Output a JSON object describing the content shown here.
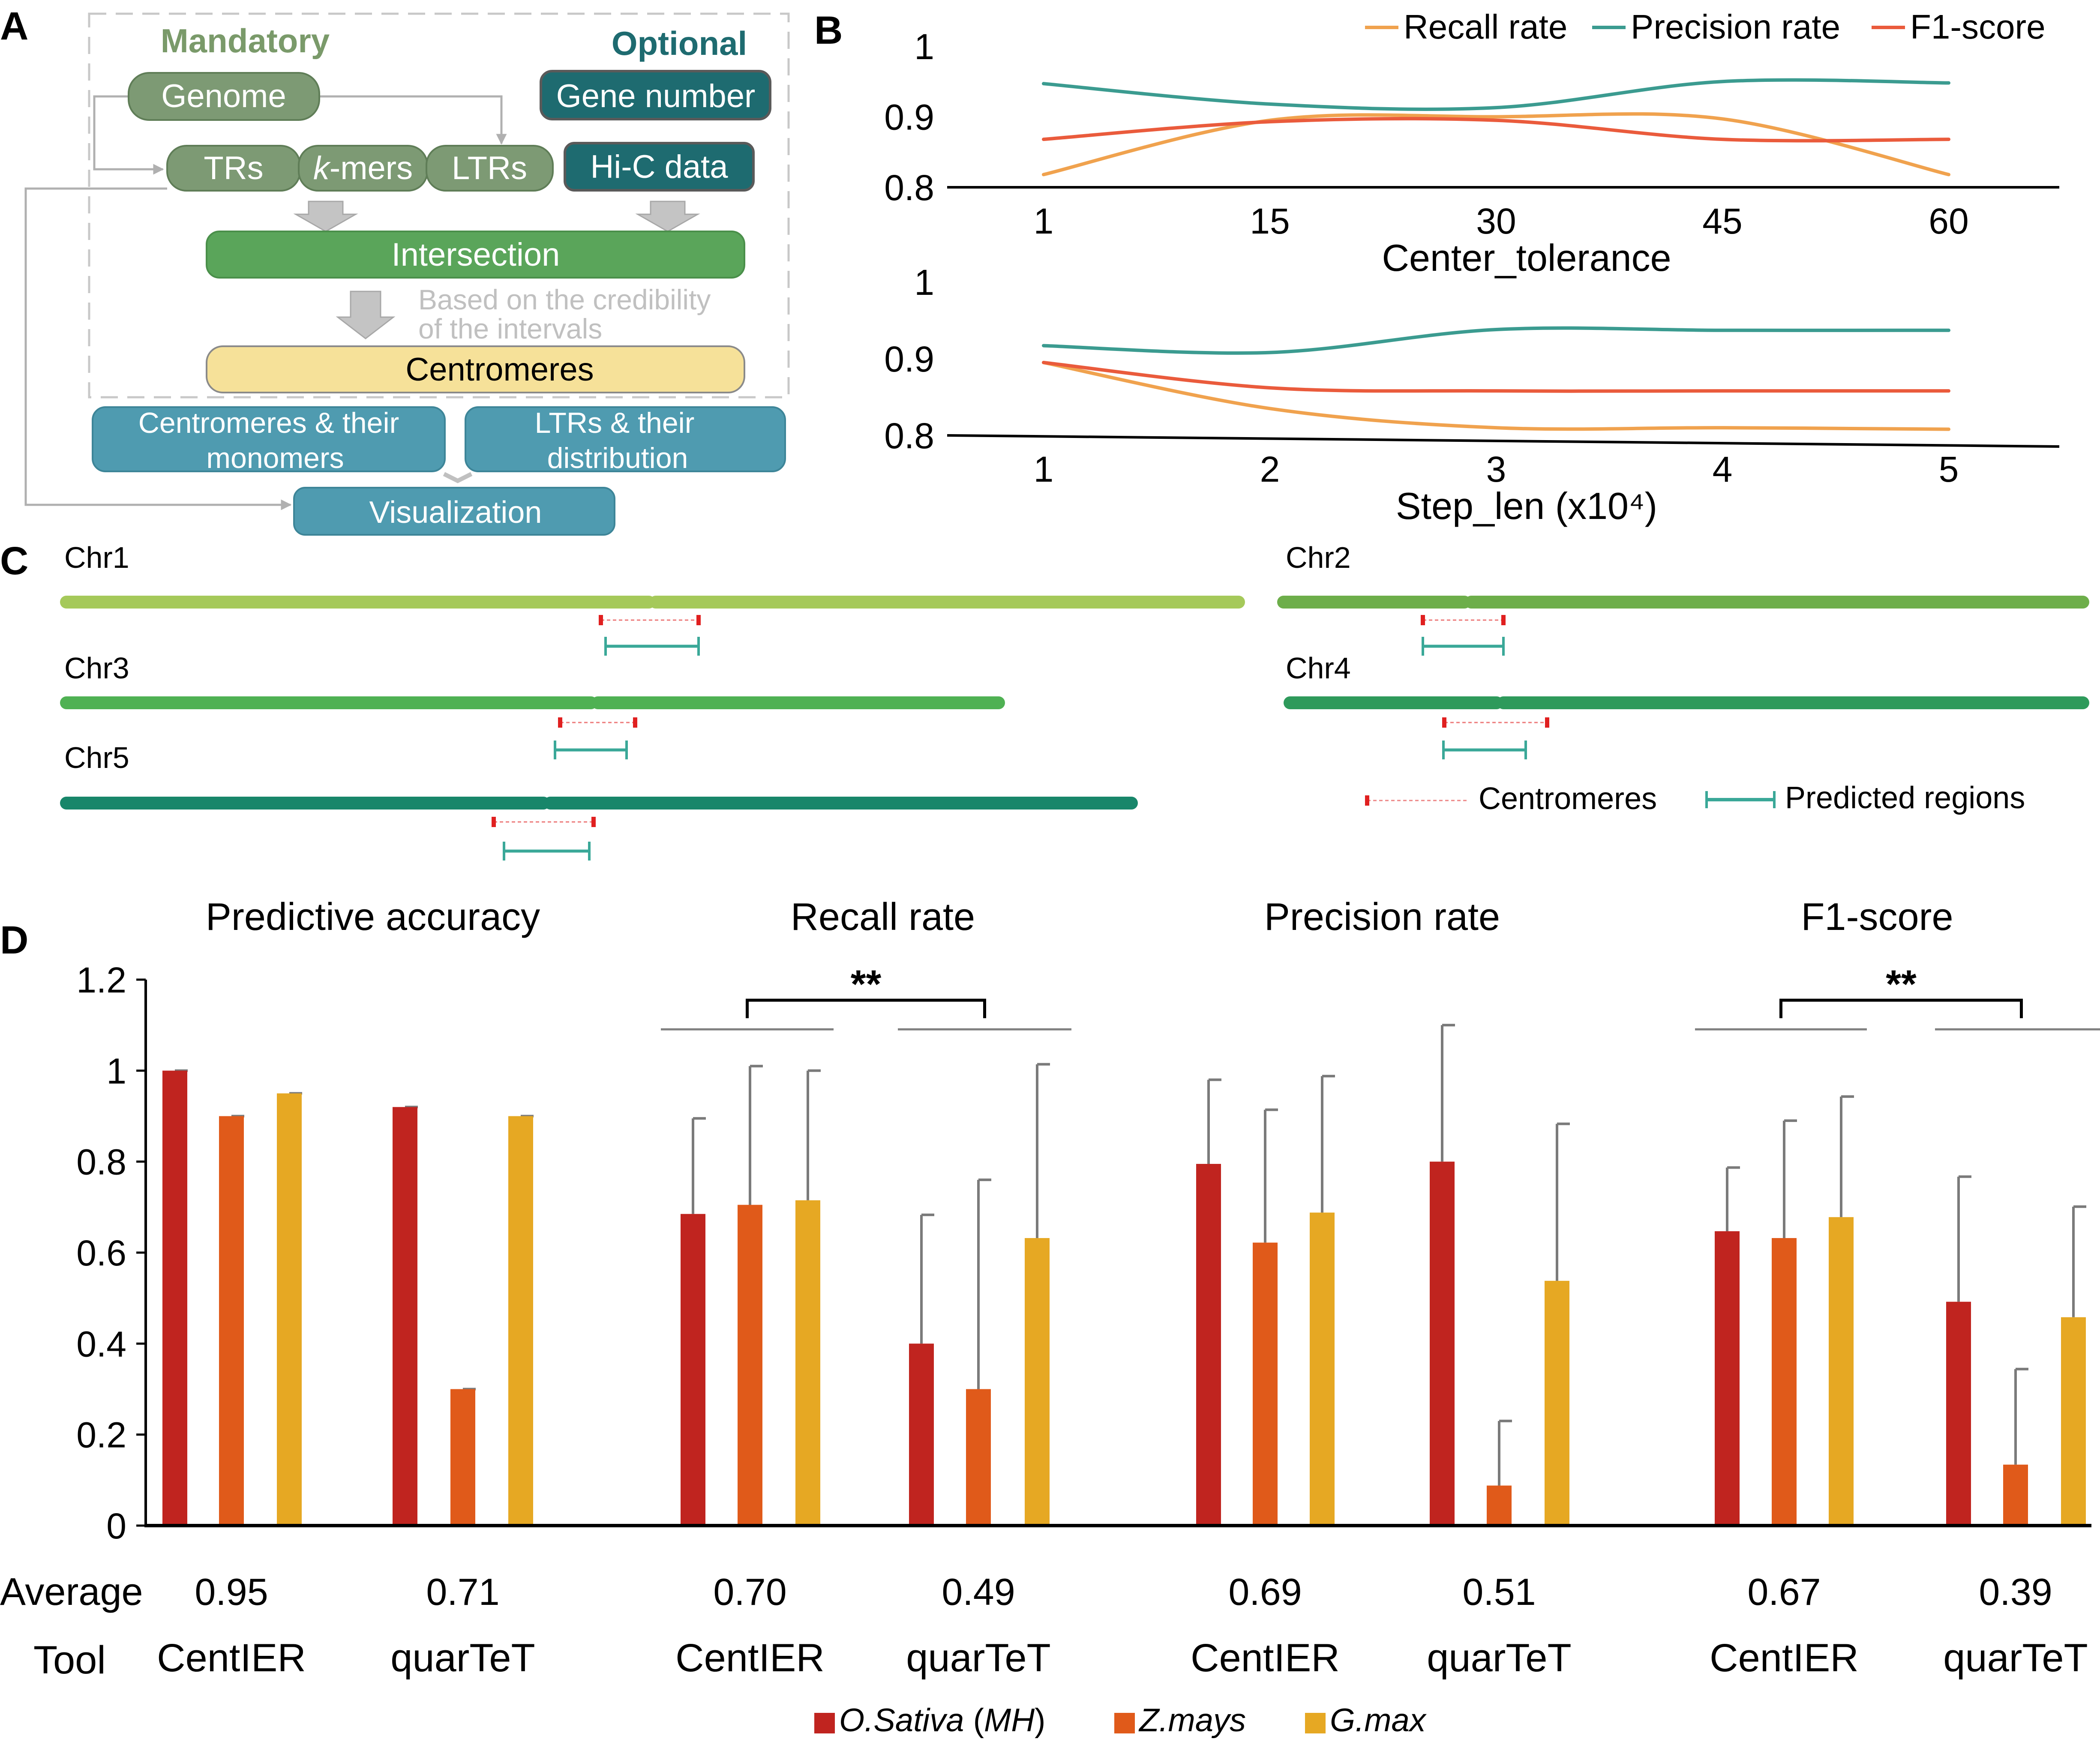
{
  "colors": {
    "mandatory_title": "#7a9a6a",
    "optional_title": "#1e6b70",
    "box_genome": "#7d9a74",
    "box_optional": "#1e6b70",
    "box_intersection": "#5aa55a",
    "box_centromeres": "#f6e199",
    "box_output": "#4f9bb0",
    "recall": "#f0a24e",
    "precision": "#3b9b90",
    "f1": "#ea5b3c",
    "osativa": "#c0241f",
    "zmays": "#e05a1a",
    "gmax": "#e6a823",
    "chr1": "#a5c95a",
    "chr2": "#6dae4a",
    "chr3": "#4fb153",
    "chr4": "#2e9a5b",
    "chr5": "#18866a",
    "centromere_mark": "#e02020",
    "predicted_mark": "#3aa898"
  },
  "panel_letters": [
    "A",
    "B",
    "C",
    "D"
  ],
  "panelA": {
    "mandatory": "Mandatory",
    "optional": "Optional",
    "genome": "Genome",
    "gene_number": "Gene number",
    "trs": "TRs",
    "kmers_italic": "k",
    "kmers_rest": "-mers",
    "ltrs": "LTRs",
    "hic": "Hi-C data",
    "intersection": "Intersection",
    "note_line1": "Based on the credibility",
    "note_line2": "of the intervals",
    "centromeres": "Centromeres",
    "out1_line1": "Centromeres & their",
    "out1_line2": "monomers",
    "out2_line1": "LTRs & their",
    "out2_line2": "distribution",
    "visualization": "Visualization"
  },
  "panelC": {
    "centromeres_legend": "Centromeres",
    "predicted_legend": "Predicted regions",
    "chromosomes": [
      {
        "name": "Chr1",
        "color_key": "chr1"
      },
      {
        "name": "Chr2",
        "color_key": "chr2"
      },
      {
        "name": "Chr3",
        "color_key": "chr3"
      },
      {
        "name": "Chr4",
        "color_key": "chr4"
      },
      {
        "name": "Chr5",
        "color_key": "chr5"
      }
    ]
  },
  "chart_data": [
    {
      "type": "line",
      "panel": "B-top",
      "xlabel": "Center_tolerance",
      "x_ticks": [
        "1",
        "15",
        "30",
        "45",
        "60"
      ],
      "ylim": [
        0.8,
        1.0
      ],
      "y_ticks": [
        "0.8",
        "0.9",
        "1"
      ],
      "legend": "top-right",
      "series": [
        {
          "name": "Recall rate",
          "color_key": "recall",
          "values": [
            0.818,
            0.895,
            0.9,
            0.897,
            0.818
          ]
        },
        {
          "name": "Precision rate",
          "color_key": "precision",
          "values": [
            0.947,
            0.918,
            0.913,
            0.95,
            0.948
          ]
        },
        {
          "name": "F1-score",
          "color_key": "f1",
          "values": [
            0.868,
            0.893,
            0.895,
            0.868,
            0.868
          ]
        }
      ]
    },
    {
      "type": "line",
      "panel": "B-bottom",
      "xlabel": "Step_len (x10⁴)",
      "x_ticks": [
        "1",
        "2",
        "3",
        "4",
        "5"
      ],
      "ylim": [
        0.8,
        1.0
      ],
      "y_ticks": [
        "0.8",
        "0.9",
        "1"
      ],
      "series": [
        {
          "name": "Recall rate",
          "color_key": "recall",
          "values": [
            0.895,
            0.835,
            0.81,
            0.81,
            0.808
          ]
        },
        {
          "name": "Precision rate",
          "color_key": "precision",
          "values": [
            0.917,
            0.908,
            0.938,
            0.937,
            0.937
          ]
        },
        {
          "name": "F1-score",
          "color_key": "f1",
          "values": [
            0.895,
            0.862,
            0.858,
            0.858,
            0.858
          ]
        }
      ]
    },
    {
      "type": "bar",
      "panel": "D",
      "ylim": [
        0,
        1.2
      ],
      "y_ticks": [
        "0",
        "0.2",
        "0.4",
        "0.6",
        "0.8",
        "1",
        "1.2"
      ],
      "row_labels": [
        "Average",
        "Tool"
      ],
      "legend_series": [
        {
          "name_italic": "O.Sativa",
          "name_paren_open": " (",
          "name_paren_italic": "MH",
          "name_paren_close": ")",
          "color_key": "osativa"
        },
        {
          "name_italic": "Z.mays",
          "color_key": "zmays"
        },
        {
          "name_italic": "G.max",
          "color_key": "gmax"
        }
      ],
      "significance": "**",
      "metrics": [
        {
          "title": "Predictive accuracy",
          "groups": [
            {
              "tool": "CentIER",
              "average": "0.95",
              "values": [
                1.0,
                0.9,
                0.95
              ],
              "errors": [
                0.0,
                0.0,
                0.0
              ]
            },
            {
              "tool": "quarTeT",
              "average": "0.71",
              "values": [
                0.92,
                0.3,
                0.9
              ],
              "errors": [
                0.0,
                0.0,
                0.0
              ]
            }
          ]
        },
        {
          "title": "Recall rate",
          "significant": true,
          "groups": [
            {
              "tool": "CentIER",
              "average": "0.70",
              "values": [
                0.685,
                0.705,
                0.715
              ],
              "errors": [
                0.21,
                0.305,
                0.285
              ]
            },
            {
              "tool": "quarTeT",
              "average": "0.49",
              "values": [
                0.4,
                0.3,
                0.632
              ],
              "errors": [
                0.283,
                0.46,
                0.382
              ]
            }
          ]
        },
        {
          "title": "Precision rate",
          "groups": [
            {
              "tool": "CentIER",
              "average": "0.69",
              "values": [
                0.795,
                0.622,
                0.688
              ],
              "errors": [
                0.185,
                0.292,
                0.3
              ]
            },
            {
              "tool": "quarTeT",
              "average": "0.51",
              "values": [
                0.8,
                0.088,
                0.538
              ],
              "errors": [
                0.3,
                0.142,
                0.345
              ]
            }
          ]
        },
        {
          "title": "F1-score",
          "significant": true,
          "groups": [
            {
              "tool": "CentIER",
              "average": "0.67",
              "values": [
                0.647,
                0.632,
                0.678
              ],
              "errors": [
                0.14,
                0.258,
                0.265
              ]
            },
            {
              "tool": "quarTeT",
              "average": "0.39",
              "values": [
                0.492,
                0.134,
                0.458
              ],
              "errors": [
                0.275,
                0.21,
                0.243
              ]
            }
          ]
        }
      ]
    }
  ]
}
